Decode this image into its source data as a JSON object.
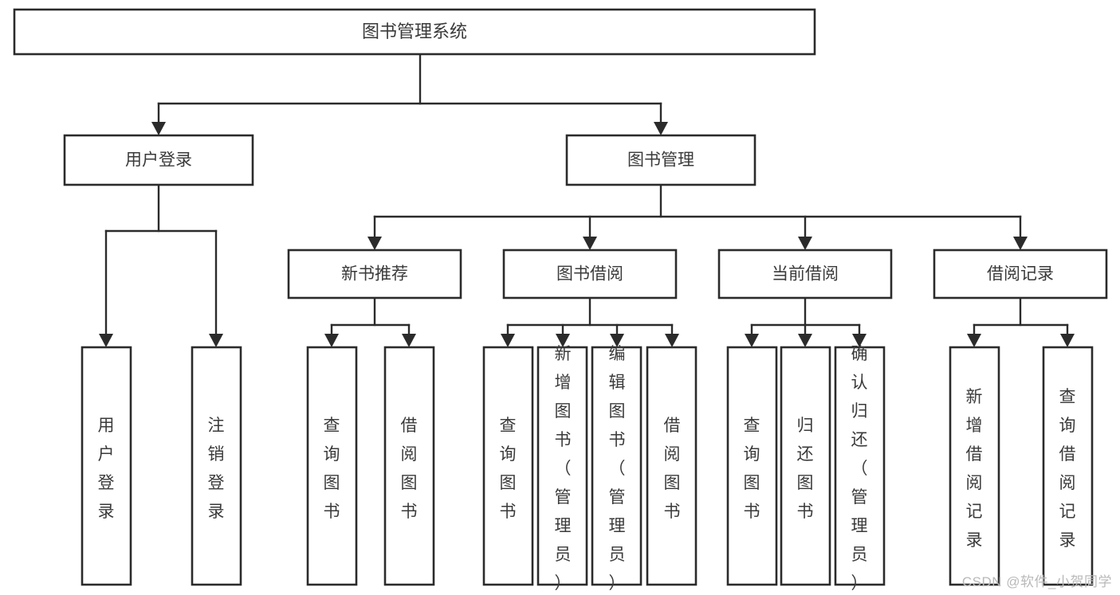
{
  "diagram": {
    "title": "图书管理系统",
    "watermark": "CSDN @软件_小贺同学",
    "colors": {
      "stroke": "#2b2b2b",
      "text": "#3a3a3a",
      "background": "#ffffff",
      "watermark": "#b9b9b9"
    }
  },
  "chart_data": {
    "type": "tree",
    "title": "图书管理系统",
    "orientation": "top-down",
    "root": {
      "id": "root",
      "label": "图书管理系统",
      "level": 0
    },
    "nodes": [
      {
        "id": "root",
        "label": "图书管理系统",
        "level": 0,
        "parent": null,
        "orientation": "horizontal"
      },
      {
        "id": "user-login",
        "label": "用户登录",
        "level": 1,
        "parent": "root",
        "orientation": "horizontal"
      },
      {
        "id": "book-manage",
        "label": "图书管理",
        "level": 1,
        "parent": "root",
        "orientation": "horizontal"
      },
      {
        "id": "user-login-leaf",
        "label": "用户登录",
        "level": 2,
        "parent": "user-login",
        "orientation": "vertical"
      },
      {
        "id": "logout-leaf",
        "label": "注销登录",
        "level": 2,
        "parent": "user-login",
        "orientation": "vertical"
      },
      {
        "id": "new-book-rec",
        "label": "新书推荐",
        "level": 2,
        "parent": "book-manage",
        "orientation": "horizontal"
      },
      {
        "id": "book-borrow",
        "label": "图书借阅",
        "level": 2,
        "parent": "book-manage",
        "orientation": "horizontal"
      },
      {
        "id": "current-borrow",
        "label": "当前借阅",
        "level": 2,
        "parent": "book-manage",
        "orientation": "horizontal"
      },
      {
        "id": "borrow-record",
        "label": "借阅记录",
        "level": 2,
        "parent": "book-manage",
        "orientation": "horizontal"
      },
      {
        "id": "rec-query-book",
        "label": "查询图书",
        "level": 3,
        "parent": "new-book-rec",
        "orientation": "vertical"
      },
      {
        "id": "rec-borrow-book",
        "label": "借阅图书",
        "level": 3,
        "parent": "new-book-rec",
        "orientation": "vertical"
      },
      {
        "id": "bb-query-book",
        "label": "查询图书",
        "level": 3,
        "parent": "book-borrow",
        "orientation": "vertical"
      },
      {
        "id": "bb-add-book",
        "label": "新增图书（管理员）",
        "level": 3,
        "parent": "book-borrow",
        "orientation": "vertical"
      },
      {
        "id": "bb-edit-book",
        "label": "编辑图书（管理员）",
        "level": 3,
        "parent": "book-borrow",
        "orientation": "vertical"
      },
      {
        "id": "bb-borrow-book",
        "label": "借阅图书",
        "level": 3,
        "parent": "book-borrow",
        "orientation": "vertical"
      },
      {
        "id": "cb-query-book",
        "label": "查询图书",
        "level": 3,
        "parent": "current-borrow",
        "orientation": "vertical"
      },
      {
        "id": "cb-return-book",
        "label": "归还图书",
        "level": 3,
        "parent": "current-borrow",
        "orientation": "vertical"
      },
      {
        "id": "cb-confirm-return",
        "label": "确认归还（管理员）",
        "level": 3,
        "parent": "current-borrow",
        "orientation": "vertical"
      },
      {
        "id": "br-add-record",
        "label": "新增借阅记录",
        "level": 3,
        "parent": "borrow-record",
        "orientation": "vertical"
      },
      {
        "id": "br-query-record",
        "label": "查询借阅记录",
        "level": 3,
        "parent": "borrow-record",
        "orientation": "vertical"
      }
    ],
    "edges": [
      {
        "from": "root",
        "to": "user-login"
      },
      {
        "from": "root",
        "to": "book-manage"
      },
      {
        "from": "user-login",
        "to": "user-login-leaf"
      },
      {
        "from": "user-login",
        "to": "logout-leaf"
      },
      {
        "from": "book-manage",
        "to": "new-book-rec"
      },
      {
        "from": "book-manage",
        "to": "book-borrow"
      },
      {
        "from": "book-manage",
        "to": "current-borrow"
      },
      {
        "from": "book-manage",
        "to": "borrow-record"
      },
      {
        "from": "new-book-rec",
        "to": "rec-query-book"
      },
      {
        "from": "new-book-rec",
        "to": "rec-borrow-book"
      },
      {
        "from": "book-borrow",
        "to": "bb-query-book"
      },
      {
        "from": "book-borrow",
        "to": "bb-add-book"
      },
      {
        "from": "book-borrow",
        "to": "bb-edit-book"
      },
      {
        "from": "book-borrow",
        "to": "bb-borrow-book"
      },
      {
        "from": "current-borrow",
        "to": "cb-query-book"
      },
      {
        "from": "current-borrow",
        "to": "cb-return-book"
      },
      {
        "from": "current-borrow",
        "to": "cb-confirm-return"
      },
      {
        "from": "borrow-record",
        "to": "br-add-record"
      },
      {
        "from": "borrow-record",
        "to": "br-query-record"
      }
    ]
  }
}
